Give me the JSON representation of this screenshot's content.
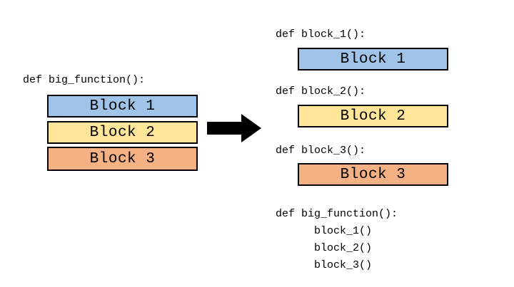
{
  "left": {
    "signature": "def big_function():",
    "blocks": [
      {
        "label": "Block 1",
        "color": "#9fc4e7"
      },
      {
        "label": "Block 2",
        "color": "#ffe699"
      },
      {
        "label": "Block 3",
        "color": "#f4b183"
      }
    ]
  },
  "arrow": {
    "icon": "right-arrow-icon",
    "color": "#000000"
  },
  "right": {
    "functions": [
      {
        "signature": "def block_1():",
        "block_label": "Block 1",
        "color": "#9fc4e7"
      },
      {
        "signature": "def block_2():",
        "block_label": "Block 2",
        "color": "#ffe699"
      },
      {
        "signature": "def block_3():",
        "block_label": "Block 3",
        "color": "#f4b183"
      }
    ],
    "main": {
      "signature": "def big_function():",
      "calls": [
        "block_1()",
        "block_2()",
        "block_3()"
      ]
    }
  }
}
